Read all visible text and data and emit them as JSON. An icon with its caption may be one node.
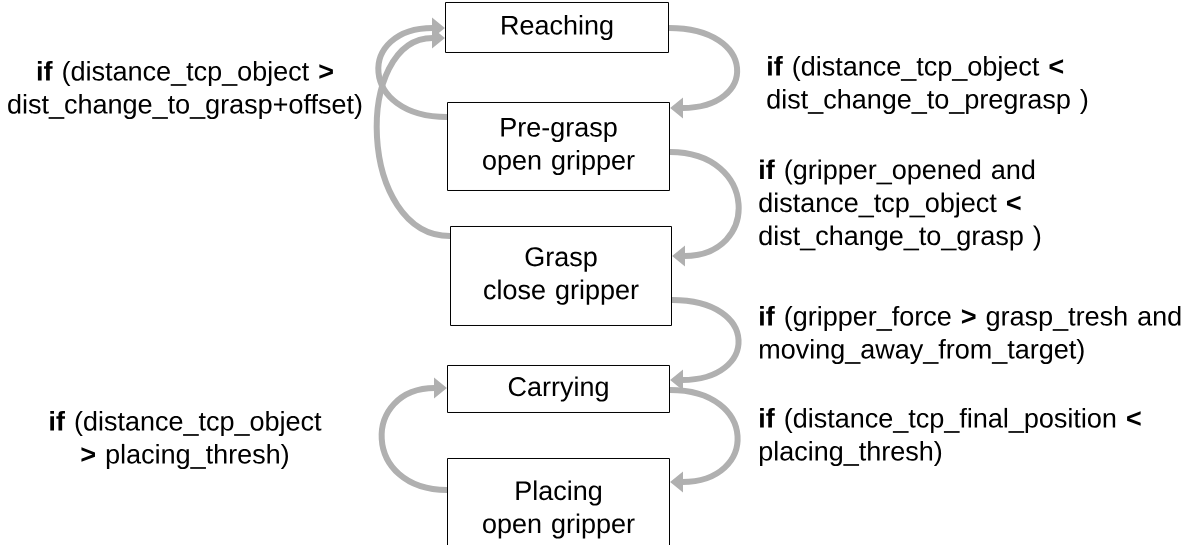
{
  "diagram": {
    "nodes": [
      {
        "text": [
          "Reaching"
        ]
      },
      {
        "text": [
          "Pre-grasp",
          "open gripper"
        ]
      },
      {
        "text": [
          "Grasp",
          "close gripper"
        ]
      },
      {
        "text": [
          "Carrying"
        ]
      },
      {
        "text": [
          "Placing",
          "open gripper"
        ]
      }
    ],
    "edges": [
      {
        "from": 0,
        "to": 1,
        "arrow": "to",
        "label": "**if** (distance_tcp_object **<** dist_change_to_pregrasp )"
      },
      {
        "from": 1,
        "to": 2,
        "arrow": "to",
        "label": "**if** (gripper_opened and distance_tcp_object **<** dist_change_to_grasp )"
      },
      {
        "from": 2,
        "to": 3,
        "arrow": "to",
        "label": "**if** (gripper_force **>** grasp_tresh and moving_away_from_target)"
      },
      {
        "from": 3,
        "to": 4,
        "arrow": "to",
        "label": "**if** (distance_tcp_final_position **<** placing_thresh)"
      },
      {
        "from": 1,
        "to": 0,
        "arrow": "to",
        "label": "**if** (distance_tcp_object **>** dist_change_to_grasp+offset)"
      },
      {
        "from": 2,
        "to": 0,
        "arrow": "to"
      },
      {
        "from": 4,
        "to": 3,
        "arrow": "to",
        "label": "**if** (distance_tcp_object **>** placing_thresh)"
      }
    ]
  }
}
